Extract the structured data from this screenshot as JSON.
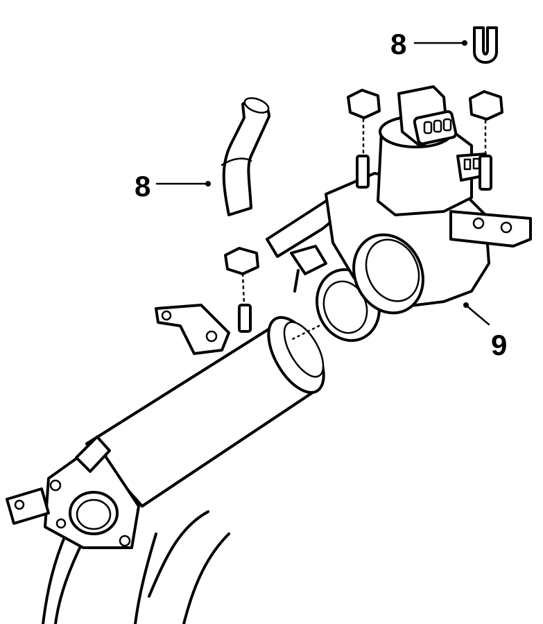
{
  "callouts": {
    "top_right": "8",
    "left": "8",
    "right": "9"
  }
}
